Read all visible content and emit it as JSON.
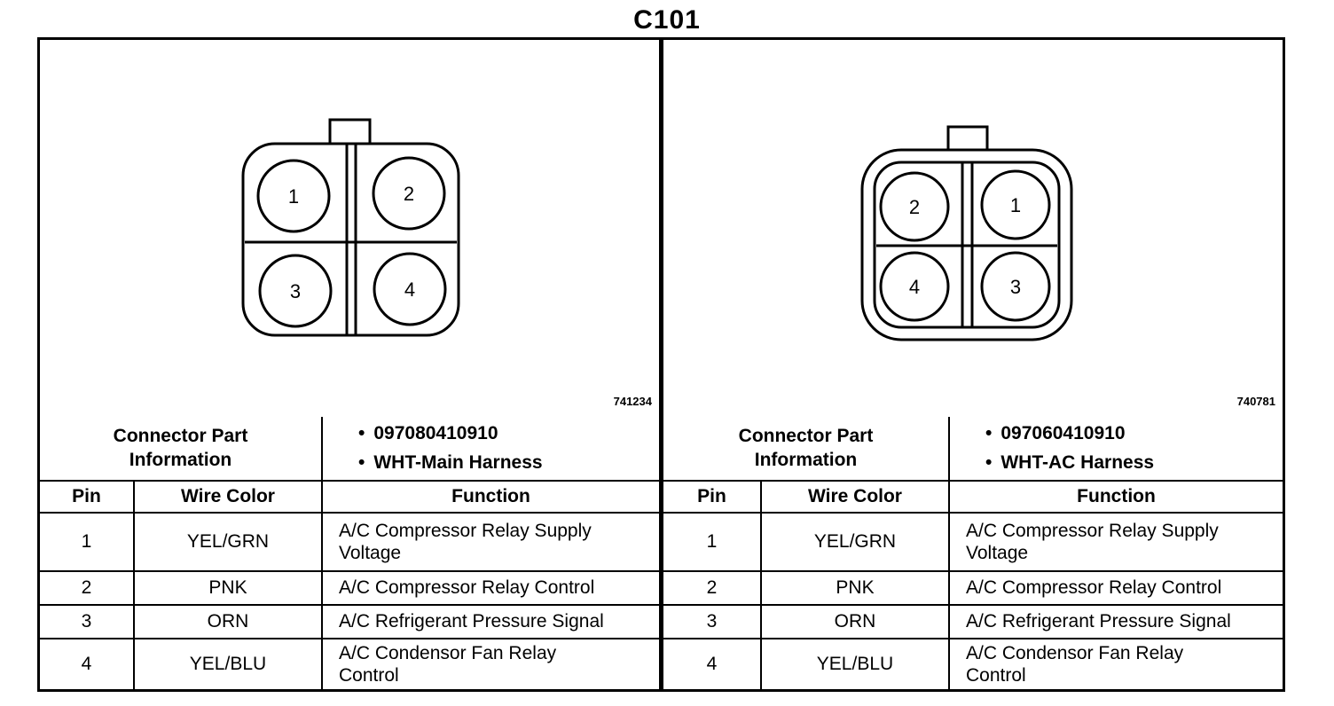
{
  "title": "C101",
  "connectors": [
    {
      "ref_number": "741234",
      "part_label_line1": "Connector Part",
      "part_label_line2": "Information",
      "part_number": "097080410910",
      "harness": "WHT-Main Harness",
      "pins_diagram": [
        "1",
        "2",
        "3",
        "4"
      ],
      "headers": {
        "pin": "Pin",
        "wire_color": "Wire Color",
        "function": "Function"
      },
      "rows": [
        {
          "pin": "1",
          "wire_color": "YEL/GRN",
          "function_line1": "A/C Compressor Relay Supply",
          "function_line2": "Voltage"
        },
        {
          "pin": "2",
          "wire_color": "PNK",
          "function_line1": "A/C Compressor Relay Control",
          "function_line2": ""
        },
        {
          "pin": "3",
          "wire_color": "ORN",
          "function_line1": "A/C Refrigerant Pressure Signal",
          "function_line2": ""
        },
        {
          "pin": "4",
          "wire_color": "YEL/BLU",
          "function_line1": "A/C Condensor Fan Relay",
          "function_line2": "Control"
        }
      ]
    },
    {
      "ref_number": "740781",
      "part_label_line1": "Connector Part",
      "part_label_line2": "Information",
      "part_number": "097060410910",
      "harness": "WHT-AC Harness",
      "pins_diagram": [
        "2",
        "1",
        "4",
        "3"
      ],
      "headers": {
        "pin": "Pin",
        "wire_color": "Wire Color",
        "function": "Function"
      },
      "rows": [
        {
          "pin": "1",
          "wire_color": "YEL/GRN",
          "function_line1": "A/C Compressor Relay Supply",
          "function_line2": "Voltage"
        },
        {
          "pin": "2",
          "wire_color": "PNK",
          "function_line1": "A/C Compressor Relay Control",
          "function_line2": ""
        },
        {
          "pin": "3",
          "wire_color": "ORN",
          "function_line1": "A/C Refrigerant Pressure Signal",
          "function_line2": ""
        },
        {
          "pin": "4",
          "wire_color": "YEL/BLU",
          "function_line1": "A/C Condensor Fan Relay",
          "function_line2": "Control"
        }
      ]
    }
  ]
}
